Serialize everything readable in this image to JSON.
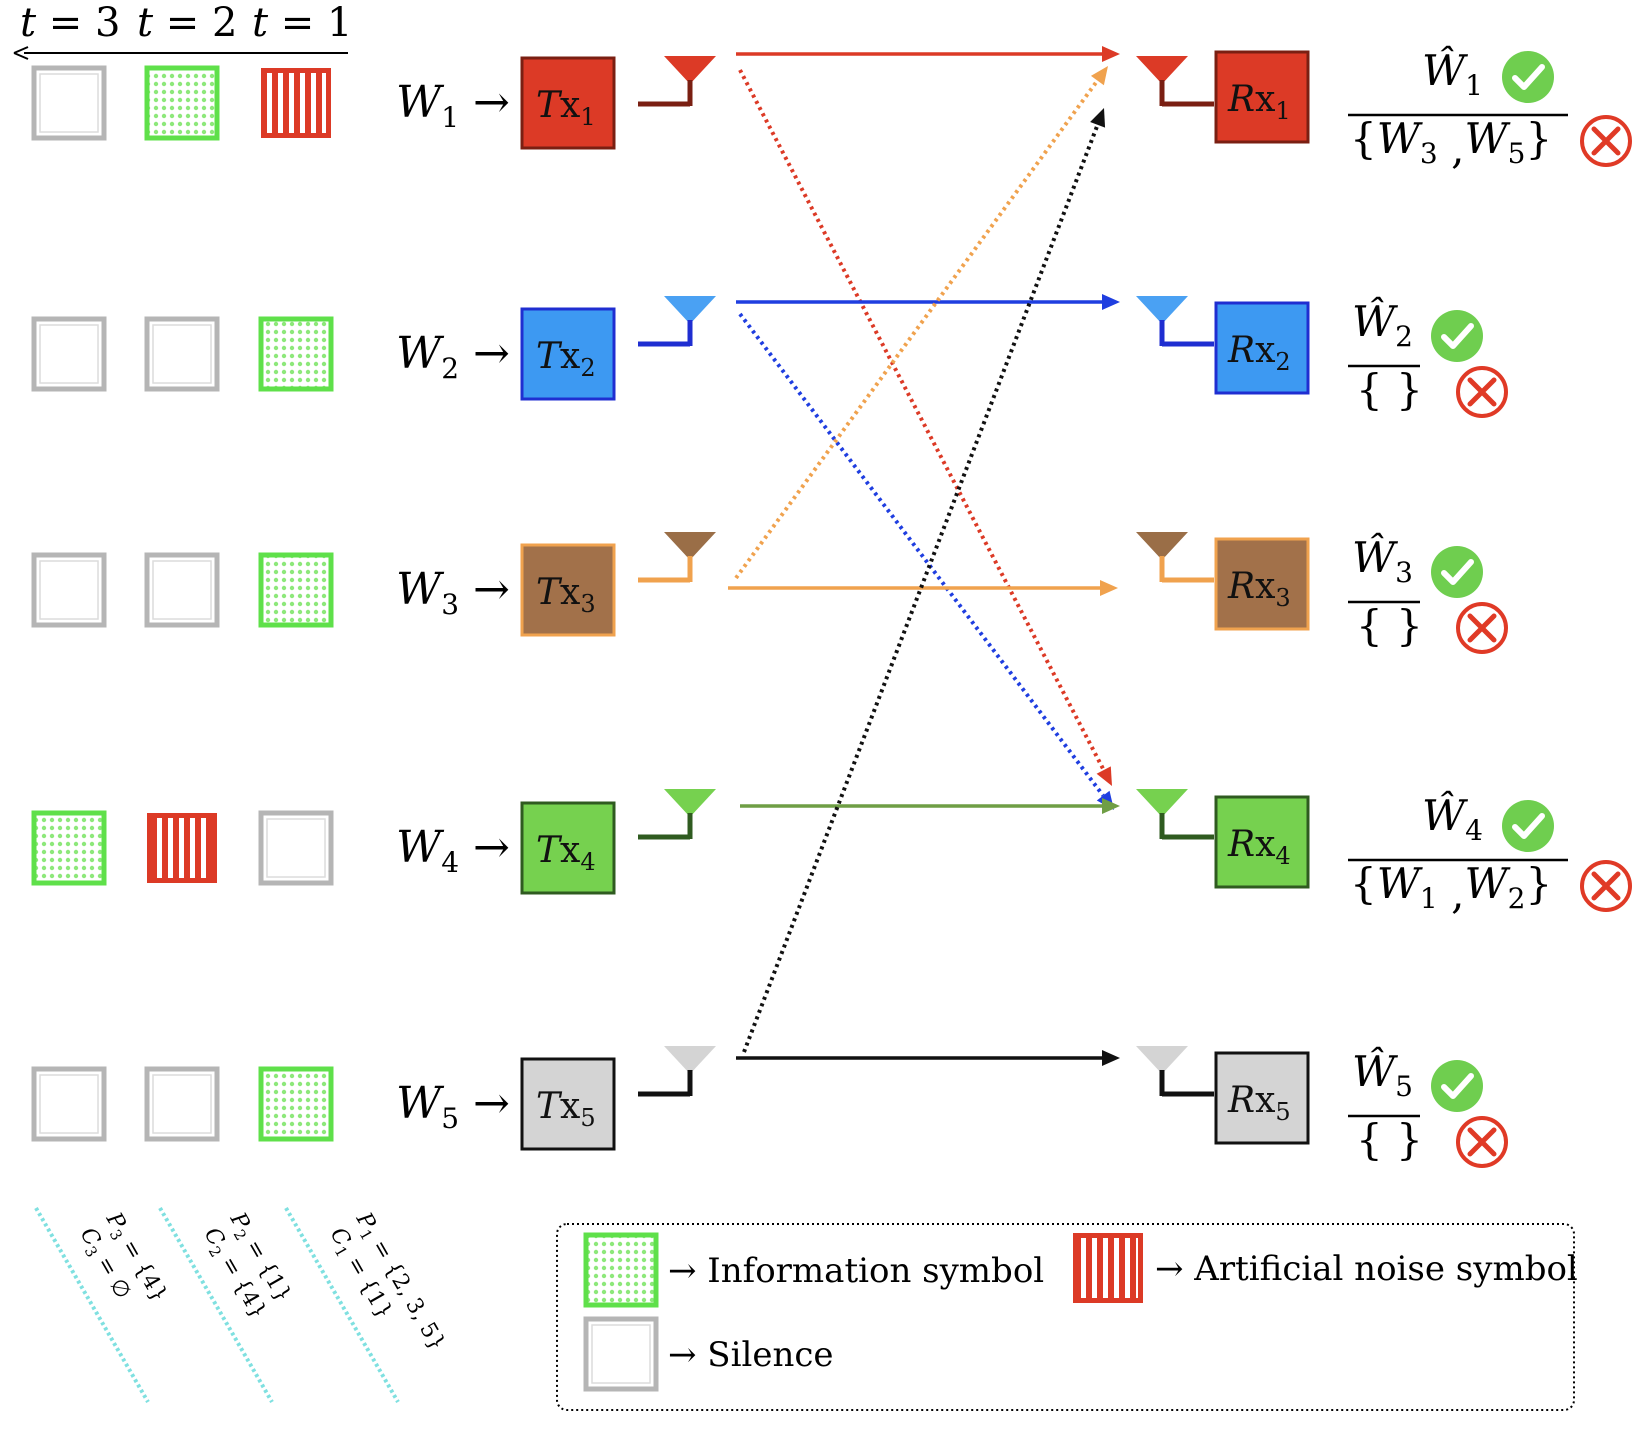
{
  "time_axis": {
    "labels": [
      {
        "var": "t",
        "eq": " = ",
        "val": "3"
      },
      {
        "var": "t",
        "eq": " = ",
        "val": "2"
      },
      {
        "var": "t",
        "eq": " = ",
        "val": "1"
      }
    ]
  },
  "rows": [
    {
      "id": 1,
      "symbols": [
        "silence",
        "info",
        "noise"
      ],
      "message": {
        "base": "W",
        "sub": "1"
      },
      "tx": {
        "base": "T",
        "x": "x",
        "sub": "1"
      },
      "rx": {
        "base": "R",
        "x": "x",
        "sub": "1"
      },
      "color": "#dc3a26",
      "dark": "#7a1f12",
      "antenna_color": "#dc3a26",
      "antenna_line": "#7a1f12",
      "result": {
        "hat": "Ŵ",
        "sub": "1",
        "leak": "{W3 ,W5}",
        "leak_parts": [
          {
            "b": "W",
            "s": "3"
          },
          {
            "b": "W",
            "s": "5"
          }
        ]
      }
    },
    {
      "id": 2,
      "symbols": [
        "silence",
        "silence",
        "info"
      ],
      "message": {
        "base": "W",
        "sub": "2"
      },
      "tx": {
        "base": "T",
        "x": "x",
        "sub": "2"
      },
      "rx": {
        "base": "R",
        "x": "x",
        "sub": "2"
      },
      "color": "#3d99f2",
      "dark": "#1f2ed1",
      "antenna_color": "#4aa1f3",
      "antenna_line": "#1f2ed1",
      "result": {
        "hat": "Ŵ",
        "sub": "2",
        "leak": "{ }",
        "leak_parts": []
      }
    },
    {
      "id": 3,
      "symbols": [
        "silence",
        "silence",
        "info"
      ],
      "message": {
        "base": "W",
        "sub": "3"
      },
      "tx": {
        "base": "T",
        "x": "x",
        "sub": "3"
      },
      "rx": {
        "base": "R",
        "x": "x",
        "sub": "3"
      },
      "color": "#a2714a",
      "dark": "#f0a24e",
      "antenna_color": "#9a6e47",
      "antenna_line": "#f0a24e",
      "result": {
        "hat": "Ŵ",
        "sub": "3",
        "leak": "{ }",
        "leak_parts": []
      }
    },
    {
      "id": 4,
      "symbols": [
        "info",
        "noise",
        "silence"
      ],
      "message": {
        "base": "W",
        "sub": "4"
      },
      "tx": {
        "base": "T",
        "x": "x",
        "sub": "4"
      },
      "rx": {
        "base": "R",
        "x": "x",
        "sub": "4"
      },
      "color": "#76d14f",
      "dark": "#2f5b20",
      "antenna_color": "#76d14f",
      "antenna_line": "#2f5b20",
      "result": {
        "hat": "Ŵ",
        "sub": "4",
        "leak": "{W1 ,W2}",
        "leak_parts": [
          {
            "b": "W",
            "s": "1"
          },
          {
            "b": "W",
            "s": "2"
          }
        ]
      }
    },
    {
      "id": 5,
      "symbols": [
        "silence",
        "silence",
        "info"
      ],
      "message": {
        "base": "W",
        "sub": "5"
      },
      "tx": {
        "base": "T",
        "x": "x",
        "sub": "5"
      },
      "rx": {
        "base": "R",
        "x": "x",
        "sub": "5"
      },
      "color": "#d4d4d4",
      "dark": "#111111",
      "antenna_color": "#d4d4d4",
      "antenna_line": "#111111",
      "result": {
        "hat": "Ŵ",
        "sub": "5",
        "leak": "{ }",
        "leak_parts": []
      }
    }
  ],
  "arrow_symbol": "→",
  "links": [
    {
      "from": 1,
      "to": 1,
      "style": "solid",
      "color": "#dc3a26"
    },
    {
      "from": 1,
      "to": 4,
      "style": "dotted",
      "color": "#dc3a26"
    },
    {
      "from": 2,
      "to": 2,
      "style": "solid",
      "color": "#1f3ee0"
    },
    {
      "from": 2,
      "to": 4,
      "style": "dotted",
      "color": "#1f3ee0"
    },
    {
      "from": 3,
      "to": 3,
      "style": "solid",
      "color": "#f0a24e"
    },
    {
      "from": 3,
      "to": 1,
      "style": "dotted",
      "color": "#f0a24e"
    },
    {
      "from": 4,
      "to": 4,
      "style": "solid",
      "color": "#6f9e45"
    },
    {
      "from": 5,
      "to": 5,
      "style": "solid",
      "color": "#111111"
    },
    {
      "from": 5,
      "to": 1,
      "style": "dotted",
      "color": "#111111"
    }
  ],
  "slot_annotations": [
    {
      "p_base": "P",
      "p_sub": "3",
      "p_val": " = {4}",
      "c_base": "C",
      "c_sub": "3",
      "c_val": " = ∅"
    },
    {
      "p_base": "P",
      "p_sub": "2",
      "p_val": " = {1}",
      "c_base": "C",
      "c_sub": "2",
      "c_val": " = {4}"
    },
    {
      "p_base": "P",
      "p_sub": "1",
      "p_val": " = {2, 3, 5}",
      "c_base": "C",
      "c_sub": "1",
      "c_val": " = {1}"
    }
  ],
  "legend": {
    "items": [
      {
        "kind": "info",
        "label": "→ Information symbol"
      },
      {
        "kind": "noise",
        "label": "→ Artificial noise symbol"
      },
      {
        "kind": "silence",
        "label": "→ Silence"
      }
    ]
  },
  "colors": {
    "info_green": "#6ee553",
    "info_dot": "#8de87a",
    "noise_red": "#dc3a26",
    "silence_gray": "#bdbdbd",
    "check_green": "#6fce4f",
    "cross_red": "#e03a26",
    "annotation_cyan": "#7fe0e0"
  }
}
